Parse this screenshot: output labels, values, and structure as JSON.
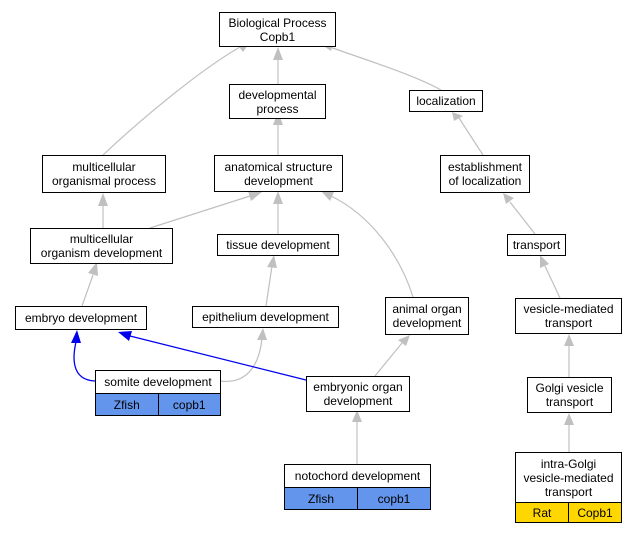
{
  "nodes": {
    "bp": "Biological Process\nCopb1",
    "dev_proc": "developmental\nprocess",
    "localization": "localization",
    "mop": "multicellular\norganismal process",
    "asd": "anatomical structure\ndevelopment",
    "est_loc": "establishment\nof localization",
    "mod": "multicellular\norganism development",
    "tissue": "tissue development",
    "transport": "transport",
    "embryo": "embryo development",
    "epithelium": "epithelium development",
    "animal_organ": "animal organ\ndevelopment",
    "vmt": "vesicle-mediated\ntransport",
    "somite": "somite development",
    "embryonic_organ": "embryonic organ\ndevelopment",
    "golgi": "Golgi vesicle\ntransport",
    "notochord": "notochord development",
    "intra_golgi": "intra-Golgi\nvesicle-mediated\ntransport"
  },
  "annotations": {
    "somite": {
      "species": "Zfish",
      "gene": "copb1"
    },
    "notochord": {
      "species": "Zfish",
      "gene": "copb1"
    },
    "intra_golgi": {
      "species": "Rat",
      "gene": "Copb1"
    }
  },
  "colors": {
    "edge_gray": "#c0c0c0",
    "edge_blue": "#0000ee",
    "zfish_fill": "#6495ed",
    "rat_fill": "#ffd700"
  }
}
